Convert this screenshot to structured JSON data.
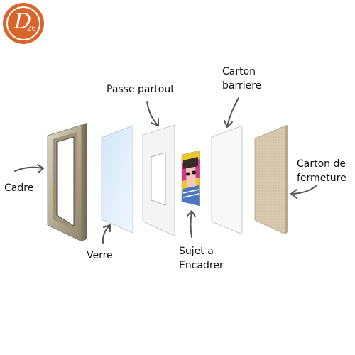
{
  "logo": {
    "letter": "D",
    "number": "26",
    "color": "#d9652a"
  },
  "labels": {
    "cadre": "Cadre",
    "verre": "Verre",
    "passe_partout": "Passe partout",
    "sujet_line1": "Sujet a",
    "sujet_line2": "Encadrer",
    "carton_barriere_line1": "Carton",
    "carton_barriere_line2": "barriere",
    "carton_fermeture_line1": "Carton de",
    "carton_fermeture_line2": "fermeture"
  },
  "colors": {
    "frame": "#b4aa92",
    "glass": "#e3effb",
    "mat": "#f4f4f4",
    "barrier": "#f8f8f8",
    "backing": "#d8c8ae",
    "arrow": "#555555"
  }
}
